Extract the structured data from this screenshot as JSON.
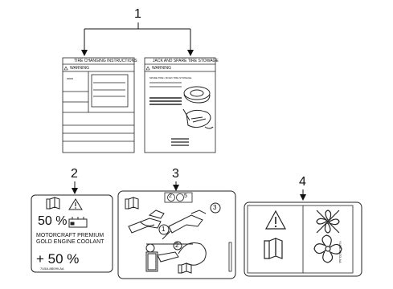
{
  "callouts": [
    "1",
    "2",
    "3",
    "4"
  ],
  "label_tire": {
    "header": "TIRE CHANGING INSTRUCTIONS",
    "warning": "WARNING"
  },
  "label_jack": {
    "header": "JACK AND SPARE TIRE STOWAGE",
    "warning": "WARNING",
    "subheader": "SPARE TIRE / ROAD TIRE STOWAGE"
  },
  "label_coolant": {
    "top_percent": "50 %",
    "line1": "MOTORCRAFT PREMIUM",
    "line2": "GOLD ENGINE COOLANT",
    "bottom_percent": "+ 50 %",
    "part_no": "7U5A-8B099-AA"
  },
  "label_jack_use": {
    "step_header_a": "2",
    "step_header_b": "5",
    "steps": [
      "1",
      "2",
      "3"
    ]
  },
  "label_fan": {
    "part_no": "YU5A-8K03-AA"
  },
  "icons": [
    "book-icon",
    "warning-triangle-icon",
    "coolant-reservoir-icon",
    "no-fan-icon",
    "fan-icon",
    "jack-icon"
  ]
}
